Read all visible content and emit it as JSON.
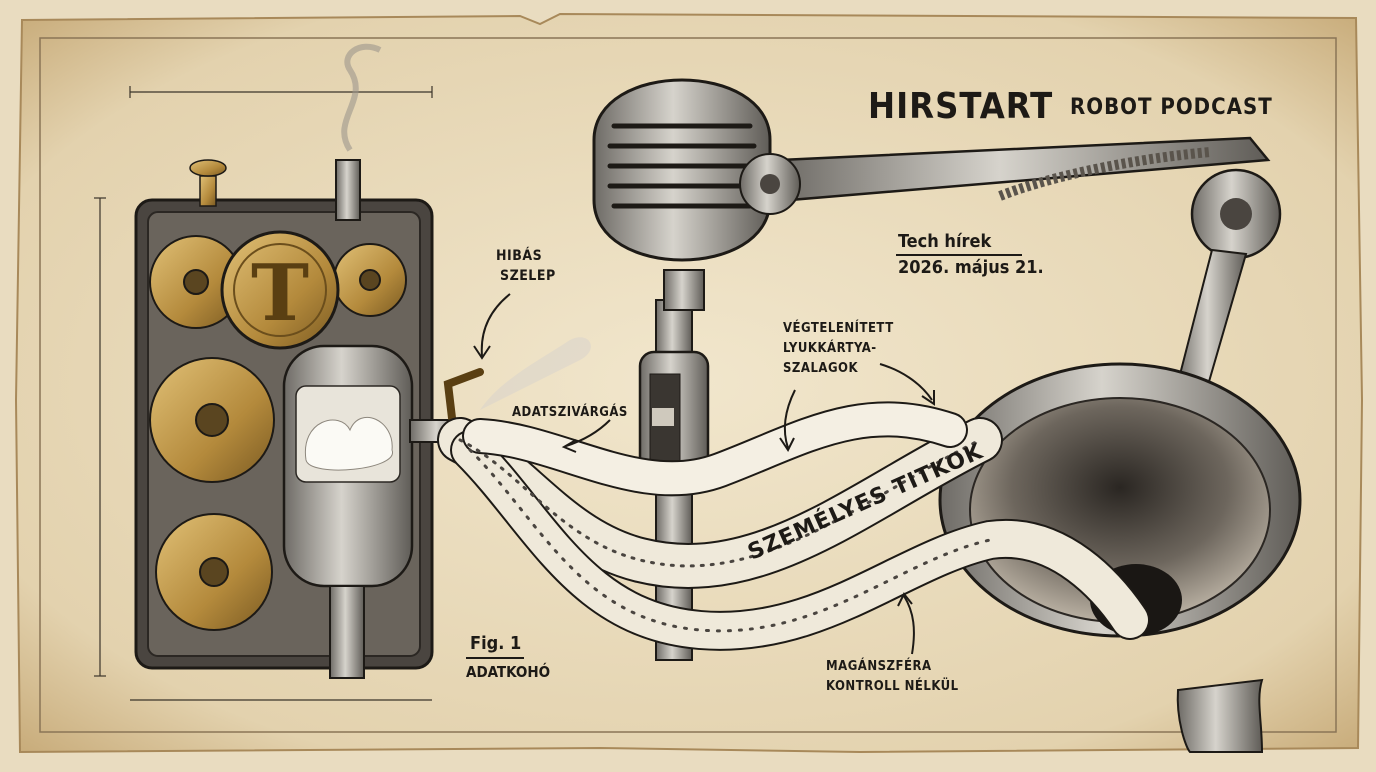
{
  "brand": {
    "name": "HIRSTART",
    "tagline": "ROBOT PODCAST"
  },
  "header": {
    "subtitle": "Tech hírek",
    "date": "2026. május 21."
  },
  "labels": {
    "valve_line1": "HIBÁS",
    "valve_line2": "SZELEP",
    "leak": "ADATSZIVÁRGÁS",
    "tape_line1": "VÉGTELENÍTETT",
    "tape_line2": "LYUKKÁRTYA-",
    "tape_line3": "SZALAGOK",
    "tape_text": "SZEMÉLYES TITKOK",
    "privacy_line1": "MAGÁNSZFÉRA",
    "privacy_line2": "KONTROLL NÉLKÜL",
    "fig_number": "Fig. 1",
    "fig_name": "ADATKOHÓ",
    "emblem_letter": "T"
  },
  "colors": {
    "paper": "#e9dcc0",
    "ink": "#1d1a16",
    "brass": "#b48a3c",
    "steel": "#8c8a84"
  }
}
